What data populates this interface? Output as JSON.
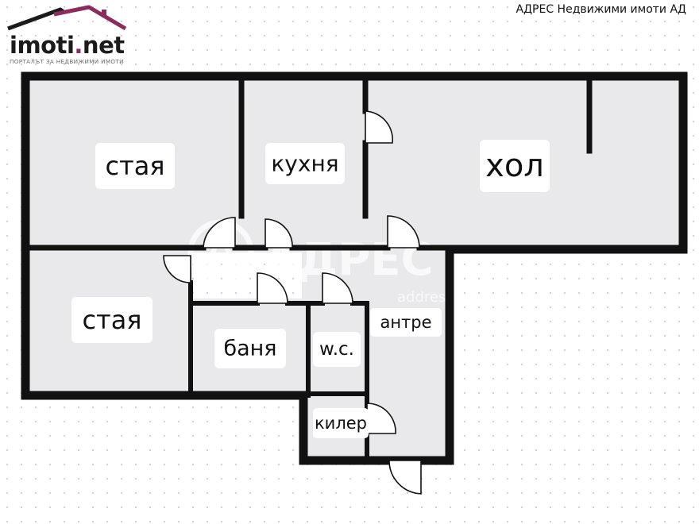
{
  "logo": {
    "name": "imoti",
    "dot": ".",
    "tld": "net",
    "tagline": "ПОРТАЛЪТ ЗА НЕДВИЖИМИ ИМОТИ",
    "brand_color": "#8b2c5c"
  },
  "agency": {
    "text": "АДРЕС Недвижими имоти АД"
  },
  "watermark": {
    "brand": "АДРЕС",
    "site": "address.bg",
    "icon": "address-logo-icon"
  },
  "rooms": [
    {
      "id": "room-1",
      "label": "стая"
    },
    {
      "id": "kitchen",
      "label": "кухня"
    },
    {
      "id": "living",
      "label": "хол"
    },
    {
      "id": "room-2",
      "label": "стая"
    },
    {
      "id": "bathroom",
      "label": "баня"
    },
    {
      "id": "wc",
      "label": "w.c."
    },
    {
      "id": "hallway",
      "label": "антре"
    },
    {
      "id": "storage",
      "label": "килер"
    }
  ],
  "colors": {
    "wall": "#111111",
    "floor": "#e9e9ec",
    "label_bg": "#ffffff"
  }
}
